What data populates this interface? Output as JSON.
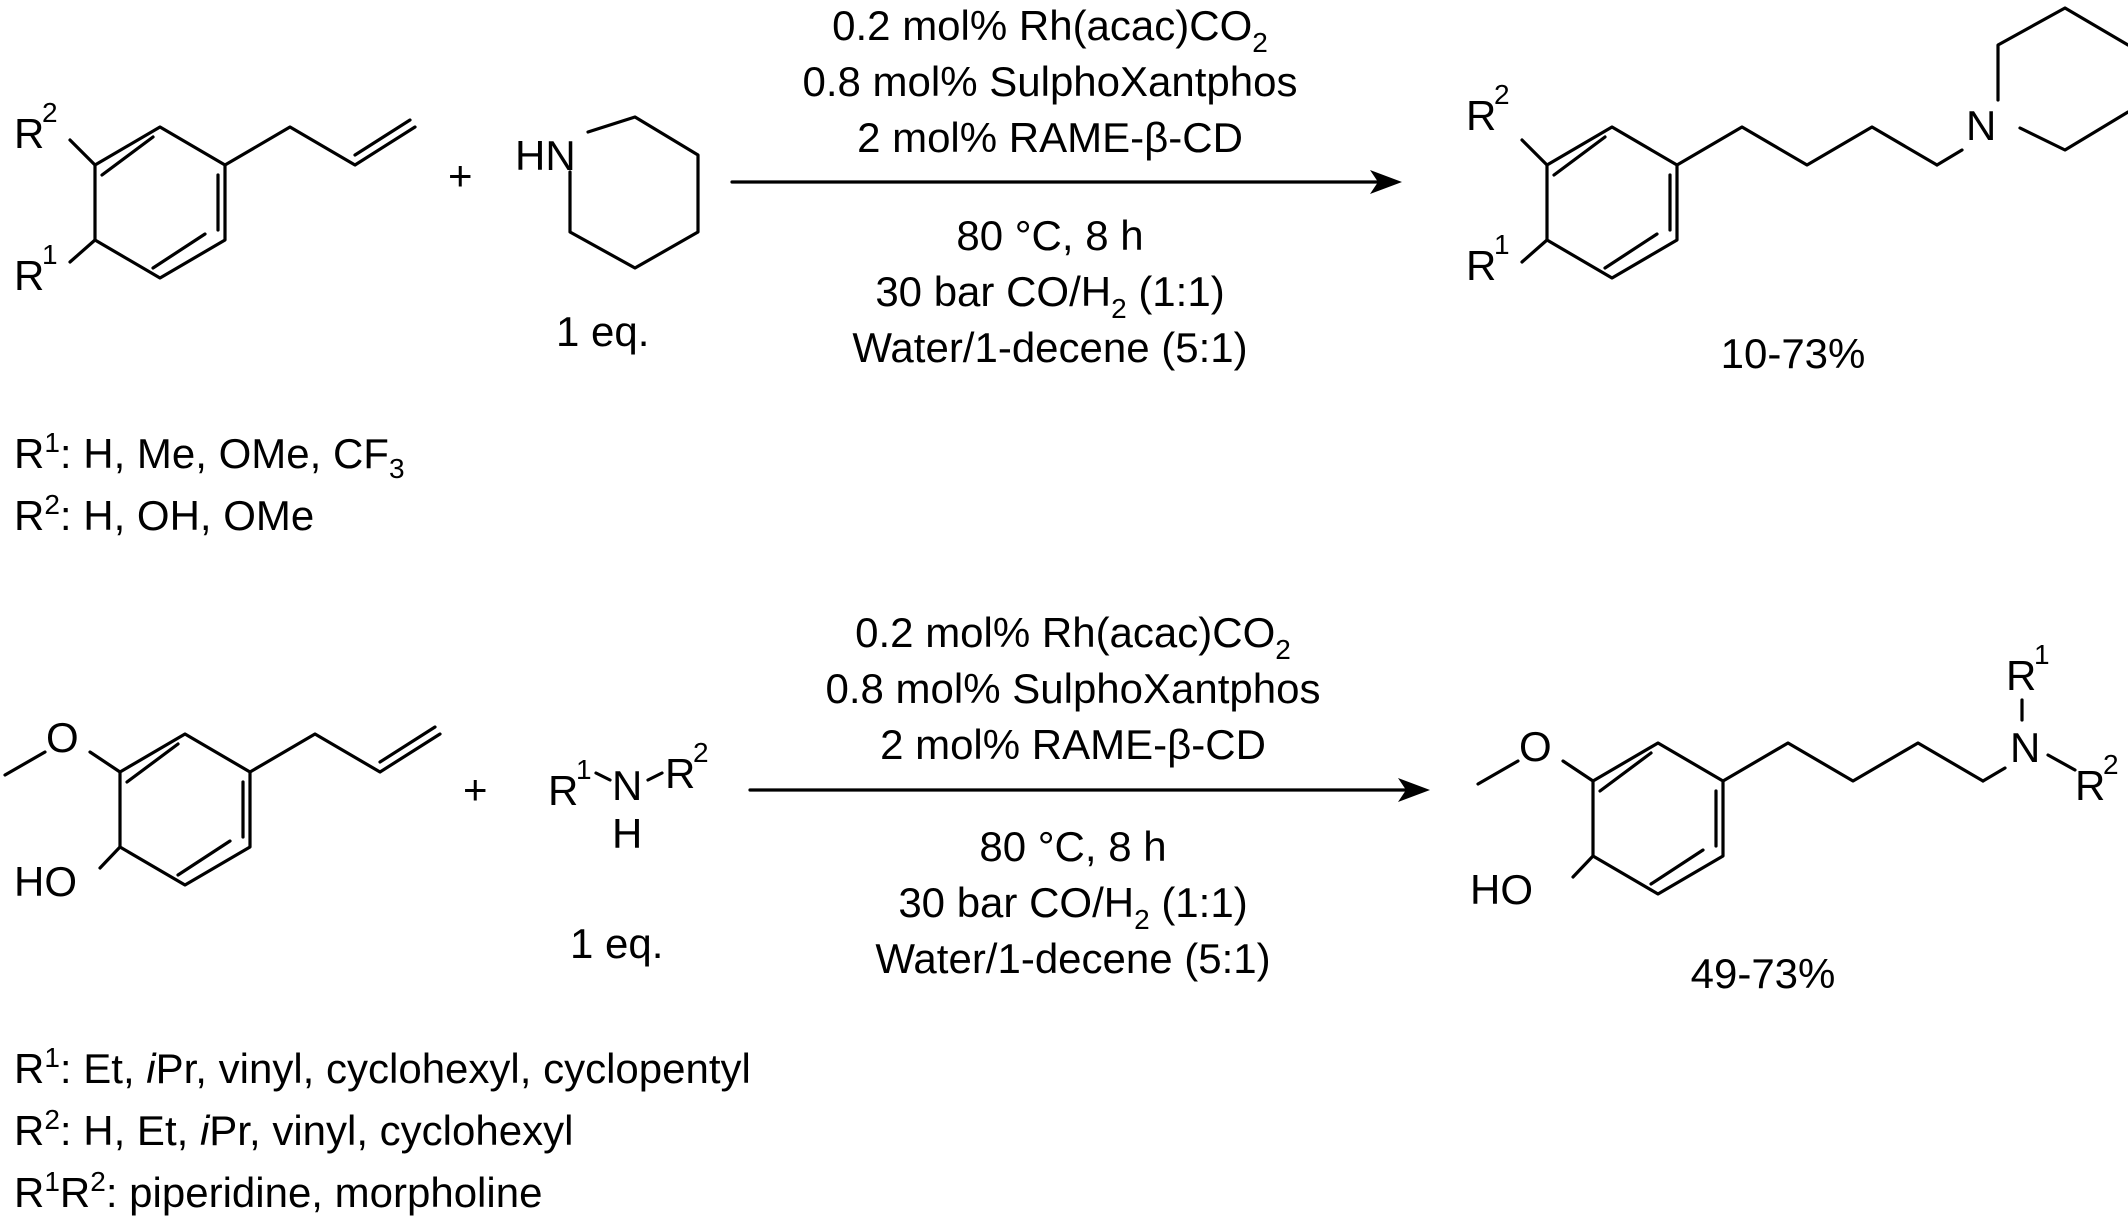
{
  "reaction1": {
    "plus": "+",
    "reagent_equiv": "1 eq.",
    "amine_label": "HN",
    "conditions_above": [
      "0.2 mol% Rh(acac)CO",
      "0.8 mol% SulphoXantphos",
      "2 mol% RAME-β-CD"
    ],
    "conditions_below": [
      "80 °C, 8 h",
      "30 bar CO/H",
      " (1:1)",
      "Water/1-decene (5:1)"
    ],
    "product_amine_label": "N",
    "yield": "10-73%",
    "substituents": [
      {
        "label": "R",
        "sup": "1",
        "text": ": H, Me, OMe, CF",
        "sub": "3"
      },
      {
        "label": "R",
        "sup": "2",
        "text": ": H, OH, OMe",
        "sub": ""
      }
    ],
    "ring_labels": {
      "r2": "R",
      "r2_sup": "2",
      "r1": "R",
      "r1_sup": "1"
    }
  },
  "reaction2": {
    "plus": "+",
    "reagent_equiv": "1 eq.",
    "amine_r1": "R",
    "amine_r1_sup": "1",
    "amine_n": "N",
    "amine_h": "H",
    "amine_r2": "R",
    "amine_r2_sup": "2",
    "conditions_above": [
      "0.2 mol% Rh(acac)CO",
      "0.8 mol% SulphoXantphos",
      "2 mol% RAME-β-CD"
    ],
    "conditions_below": [
      "80 °C, 8 h",
      "30 bar CO/H",
      " (1:1)",
      "Water/1-decene (5:1)"
    ],
    "methoxy_o": "O",
    "hydroxy": "HO",
    "yield": "49-73%",
    "substituents": [
      {
        "prefix": "R",
        "sup": "1",
        "parts": [
          ": Et, ",
          "i",
          "Pr, vinyl, cyclohexyl, cyclopentyl"
        ]
      },
      {
        "prefix": "R",
        "sup": "2",
        "parts": [
          ": H, Et, ",
          "i",
          "Pr, vinyl, cyclohexyl"
        ]
      },
      {
        "prefix": "R",
        "sup": "1",
        "prefix2": "R",
        "sup2": "2",
        "text": ": piperidine, morpholine"
      }
    ]
  },
  "subscript_2": "2"
}
